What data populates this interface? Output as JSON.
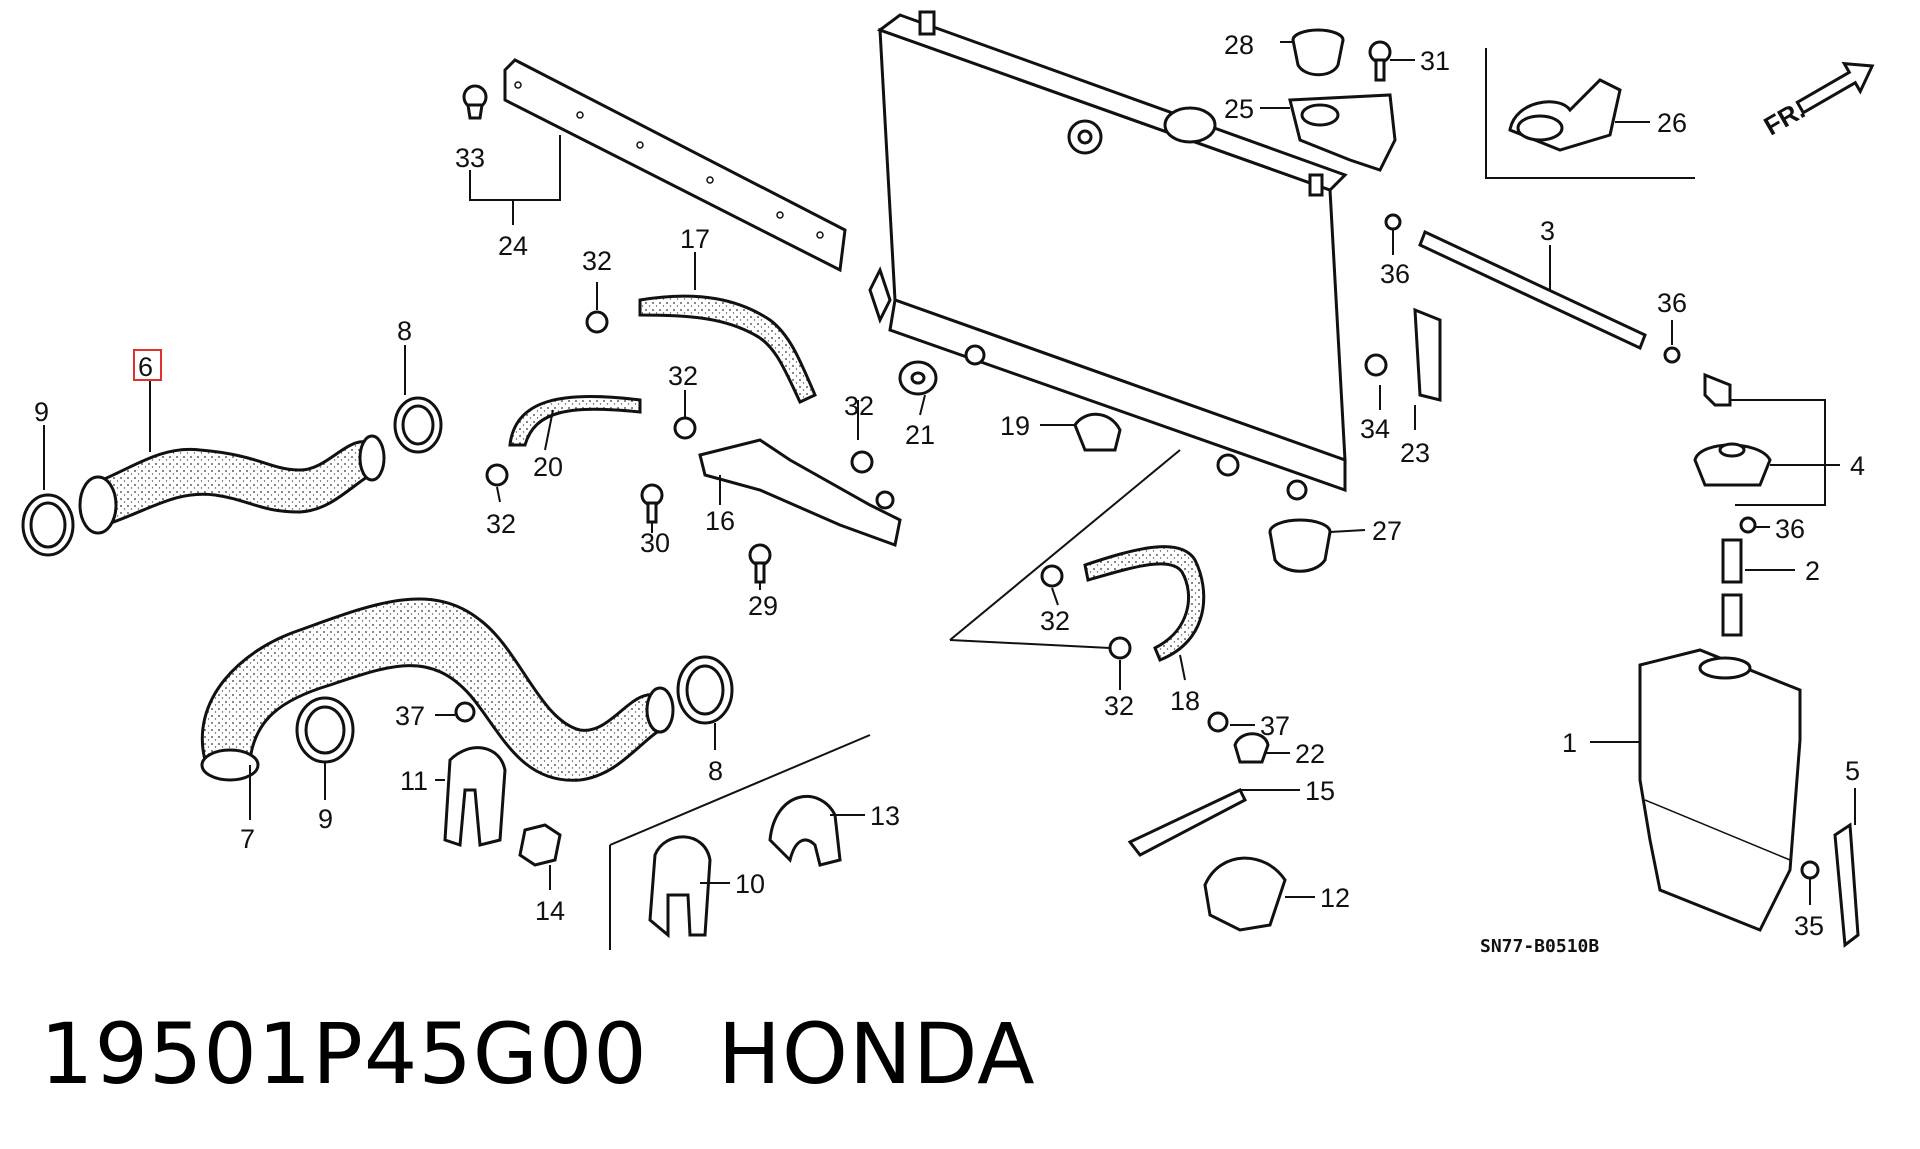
{
  "diagram": {
    "catalog_code": "SN77-B0510B",
    "front_indicator": "FR.",
    "highlighted_callout": "6",
    "callouts": {
      "c1": "1",
      "c2": "2",
      "c3": "3",
      "c4": "4",
      "c5": "5",
      "c6": "6",
      "c7": "7",
      "c8a": "8",
      "c8b": "8",
      "c9a": "9",
      "c9b": "9",
      "c10": "10",
      "c11": "11",
      "c12": "12",
      "c13": "13",
      "c14": "14",
      "c15": "15",
      "c16": "16",
      "c17": "17",
      "c18": "18",
      "c19": "19",
      "c20": "20",
      "c21": "21",
      "c22": "22",
      "c23": "23",
      "c24": "24",
      "c25": "25",
      "c26": "26",
      "c27": "27",
      "c28": "28",
      "c29": "29",
      "c30": "30",
      "c31": "31",
      "c32a": "32",
      "c32b": "32",
      "c32c": "32",
      "c32d": "32",
      "c32e": "32",
      "c32f": "32",
      "c33": "33",
      "c34": "34",
      "c35": "35",
      "c36a": "36",
      "c36b": "36",
      "c36c": "36",
      "c37a": "37",
      "c37b": "37"
    }
  },
  "footer": {
    "part_number": "19501P45G00",
    "brand": "HONDA"
  }
}
